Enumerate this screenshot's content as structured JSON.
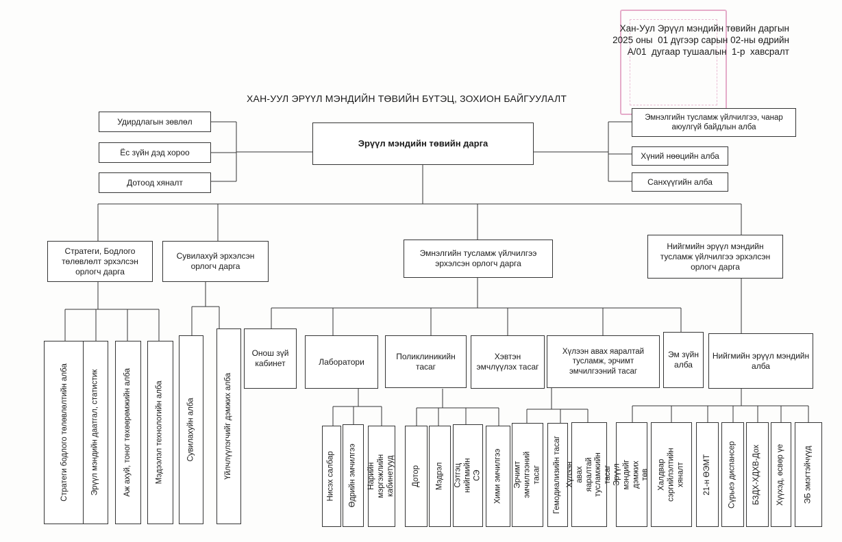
{
  "annex": {
    "line1": "Хан-Уул Эрүүл мэндийн төвийн даргын",
    "line2": "2025 оны  01 дүгээр сарын 02-ны өдрийн",
    "line3": "А/01  дугаар тушаалын  1-р  хавсралт"
  },
  "title": "ХАН-УУЛ ЭРҮҮЛ МЭНДИЙН ТӨВИЙН БҮТЭЦ, ЗОХИОН БАЙГУУЛАЛТ",
  "head": "Эрүүл мэндийн төвийн дарга",
  "left_units": [
    "Удирдлагын зөвлөл",
    "Ёс зүйн дэд хороо",
    "Дотоод хяналт"
  ],
  "right_units": [
    "Эмнэлгийн тусламж үйлчилгээ, чанар аюулгүй байдлын алба",
    "Хүний нөөцийн алба",
    "Санхүүгийн алба"
  ],
  "deputies": {
    "strategy": "Стратеги, Бодлого төлөвлөлт эрхэлсэн орлогч дарга",
    "nursing": "Сувилахуй эрхэлсэн орлогч дарга",
    "medical": "Эмнэлгийн тусламж үйлчилгээ эрхэлсэн орлогч дарга",
    "public": "Нийгмийн эрүүл мэндийн тусламж үйлчилгээ эрхэлсэн орлогч дарга"
  },
  "strategy_units": [
    "Стратеги бодлого төлөвлөлтийн алба",
    "Эрүүл мэндийн даатгал, статистик",
    "Аж ахуй, тоног төхөөрөмжийн алба",
    "Мэдээлэл технологийн алба"
  ],
  "nursing_units": [
    "Сувилахуйн алба",
    "Үйлчлүүлэгчийг дэмжих алба"
  ],
  "medical_units": [
    "Онош зүй кабинет",
    "Лаборатори",
    "Поликлиникийн тасаг",
    "Хэвтэн эмчлүүлэх тасаг",
    "Хүлээн авах яаралтай тусламж, эрчимт эмчилгээний тасаг",
    "Эм зүйн алба",
    "Нийгмийн эрүүл мэндийн алба"
  ],
  "polyclinic_units": [
    "Нисэх салбар",
    "Өдрийн эмчилгээ",
    "Нарийн мэргэжлийн кабинетууд"
  ],
  "inpatient_units": [
    "Дотор",
    "Мэдрэл",
    "Сэтгэц нийгмийн СЭ",
    "Хими эмчилгээ"
  ],
  "emergency_units": [
    "Эрчимт эмчилгээний тасаг",
    "Гемодиализийн тасаг",
    "Хүлээн авах яаралтай тусламжийн тасаг"
  ],
  "public_units": [
    "Эрүүл мэндийг дэмжих төв",
    "Халдвар сэргийлэлтийн хяналт",
    "21-н ӨЭМТ",
    "Сүрьеэ диспансер",
    "БЗДХ-ХДХВ-Дох",
    "Хүүхэд, өсвөр үе",
    "ЭБ эмэгтэйчүүд"
  ]
}
